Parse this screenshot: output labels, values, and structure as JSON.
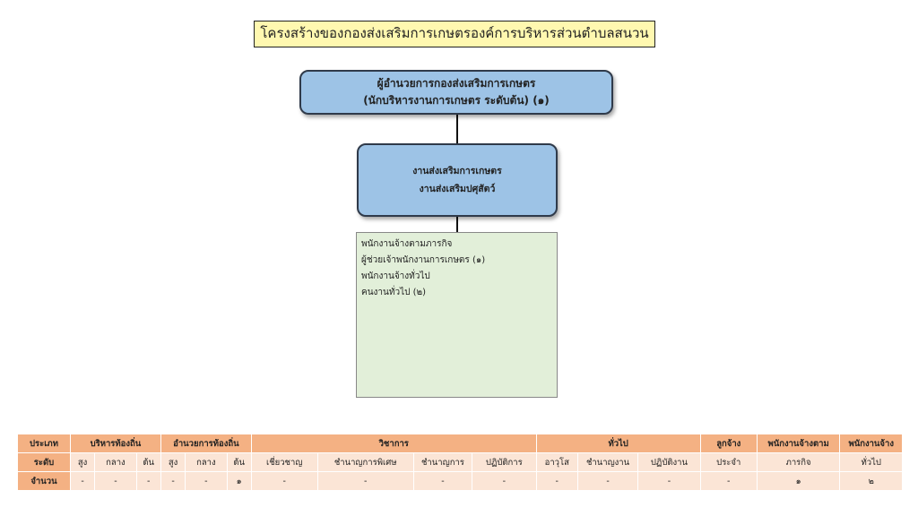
{
  "title": "โครงสร้างของกองส่งเสริมการเกษตรองค์การบริหารส่วนตำบลสนวน",
  "director": {
    "line1": "ผู้อำนวยการกองส่งเสริมการเกษตร",
    "line2": "(นักบริหารงานการเกษตร ระดับต้น) (๑)"
  },
  "section": {
    "line1": "งานส่งเสริมการเกษตร",
    "line2": "งานส่งเสริมปศุสัตว์"
  },
  "staff": [
    "พนักงานจ้างตามภารกิจ",
    "ผู้ช่วยเจ้าพนักงานการเกษตร (๑)",
    "พนักงานจ้างทั่วไป",
    "คนงานทั่วไป (๒)"
  ],
  "table": {
    "row_labels": {
      "type": "ประเภท",
      "level": "ระดับ",
      "count": "จำนวน"
    },
    "groups": {
      "local_admin": "บริหารท้องถิ่น",
      "local_director": "อำนวยการท้องถิ่น",
      "academic": "วิชาการ",
      "general": "ทั่วไป",
      "regular_employee_1": "ลูกจ้าง",
      "regular_employee_2": "ประจำ",
      "mission_employee_1": "พนักงานจ้างตาม",
      "mission_employee_2": "ภารกิจ",
      "general_employee_1": "พนักงานจ้าง",
      "general_employee_2": "ทั่วไป"
    },
    "levels": [
      "สูง",
      "กลาง",
      "ต้น",
      "สูง",
      "กลาง",
      "ต้น",
      "เชี่ยวชาญ",
      "ชำนาญการพิเศษ",
      "ชำนาญการ",
      "ปฏิบัติการ",
      "อาวุโส",
      "ชำนาญงาน",
      "ปฏิบัติงาน"
    ],
    "counts": [
      "-",
      "-",
      "-",
      "-",
      "-",
      "๑",
      "-",
      "-",
      "-",
      "-",
      "-",
      "-",
      "-",
      "-",
      "๑",
      "๒"
    ]
  }
}
